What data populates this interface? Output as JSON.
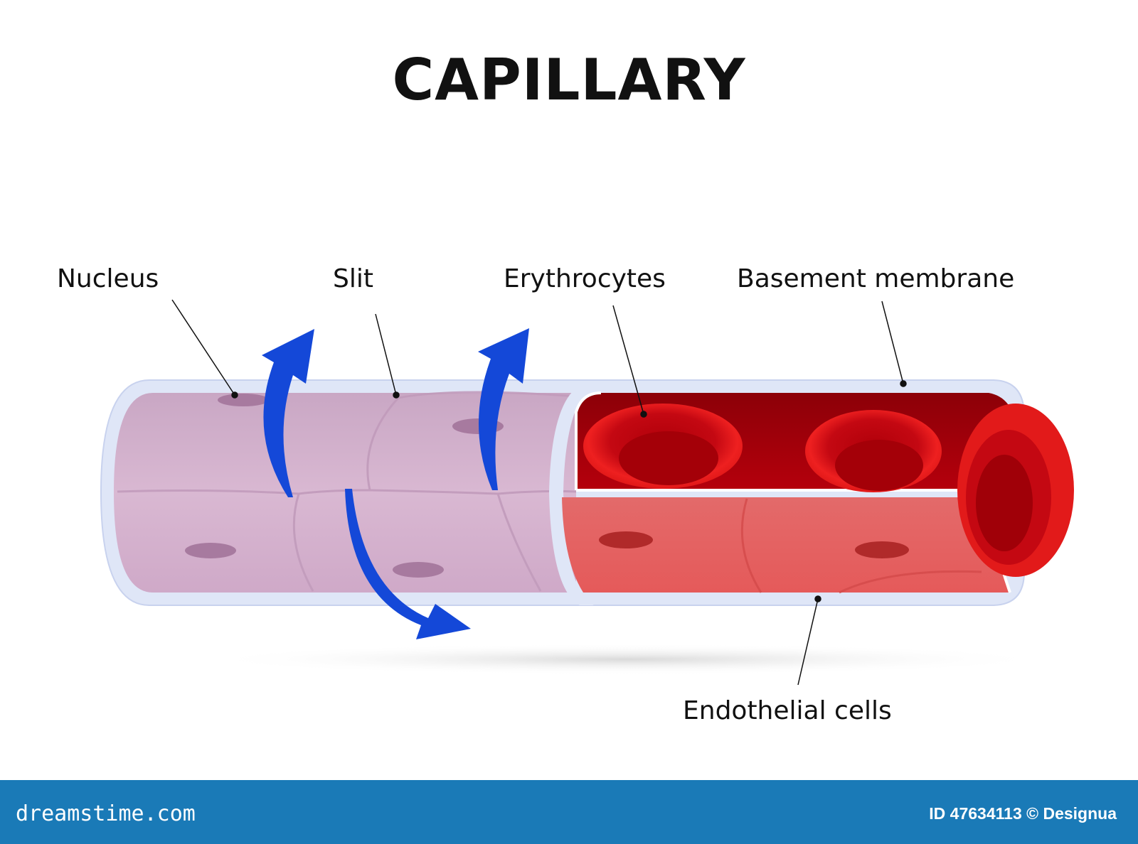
{
  "title": "CAPILLARY",
  "labels": {
    "nucleus": "Nucleus",
    "slit": "Slit",
    "erythrocytes": "Erythrocytes",
    "basement_membrane": "Basement membrane",
    "endothelial_cells": "Endothelial cells"
  },
  "footer": {
    "brand": "dreamstime.com",
    "image_id": "ID 47634113 © Designua"
  },
  "colors": {
    "footer_bar": "#1a7ab7",
    "flow_arrow": "#1448d8",
    "vessel_wall": "#d8b3cf",
    "membrane": "#dfe6f7",
    "erythrocyte": "#e01818",
    "lumen": "#a3000a"
  }
}
